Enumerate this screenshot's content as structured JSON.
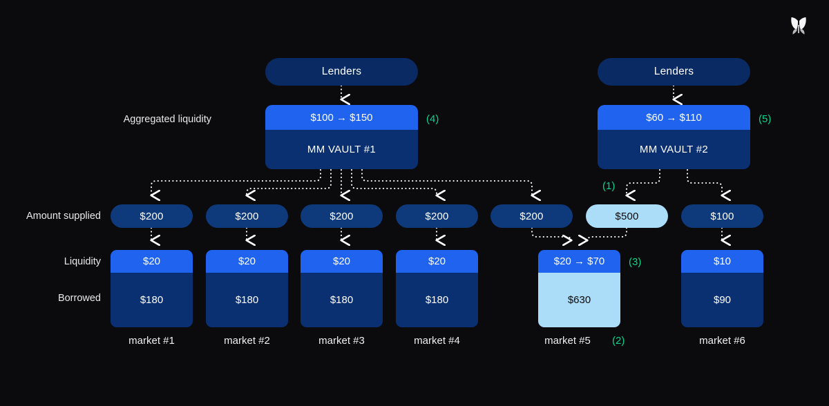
{
  "brand": {
    "logo_icon": "morpho-butterfly-icon"
  },
  "row_labels": {
    "aggregated_liquidity": "Aggregated liquidity",
    "amount_supplied": "Amount supplied",
    "liquidity": "Liquidity",
    "borrowed": "Borrowed"
  },
  "vaults": [
    {
      "id": "mm-vault-1",
      "lenders_label": "Lenders",
      "liquidity_value": "$100 → $150",
      "name": "MM VAULT #1",
      "step": "(4)"
    },
    {
      "id": "mm-vault-2",
      "lenders_label": "Lenders",
      "liquidity_value": "$60 → $110",
      "name": "MM VAULT #2",
      "step": "(5)"
    }
  ],
  "supplied": [
    {
      "id": "supplied-1",
      "value": "$200",
      "highlight": false
    },
    {
      "id": "supplied-2",
      "value": "$200",
      "highlight": false
    },
    {
      "id": "supplied-3",
      "value": "$200",
      "highlight": false
    },
    {
      "id": "supplied-4",
      "value": "$200",
      "highlight": false
    },
    {
      "id": "supplied-5",
      "value": "$200",
      "highlight": false
    },
    {
      "id": "supplied-6",
      "value": "$500",
      "highlight": true,
      "step": "(1)"
    },
    {
      "id": "supplied-7",
      "value": "$100",
      "highlight": false
    }
  ],
  "markets": [
    {
      "id": "market-1",
      "caption": "market #1",
      "liquidity": "$20",
      "borrowed": "$180",
      "highlight": false
    },
    {
      "id": "market-2",
      "caption": "market #2",
      "liquidity": "$20",
      "borrowed": "$180",
      "highlight": false
    },
    {
      "id": "market-3",
      "caption": "market #3",
      "liquidity": "$20",
      "borrowed": "$180",
      "highlight": false
    },
    {
      "id": "market-4",
      "caption": "market #4",
      "liquidity": "$20",
      "borrowed": "$180",
      "highlight": false
    },
    {
      "id": "market-5",
      "caption": "market #5",
      "caption_step": "(2)",
      "liquidity": "$20 → $70",
      "liquidity_step": "(3)",
      "borrowed": "$630",
      "highlight": true
    },
    {
      "id": "market-6",
      "caption": "market #6",
      "liquidity": "$10",
      "borrowed": "$90",
      "highlight": false
    }
  ],
  "colors": {
    "background": "#0b0b0d",
    "accent_blue": "#1f63ef",
    "deep_navy": "#0a3071",
    "pill_navy": "#0e3a7c",
    "lenders_navy": "#0a2a63",
    "highlight_light_blue": "#abdcf8",
    "step_green": "#06d68c",
    "text_white": "#ffffff"
  }
}
